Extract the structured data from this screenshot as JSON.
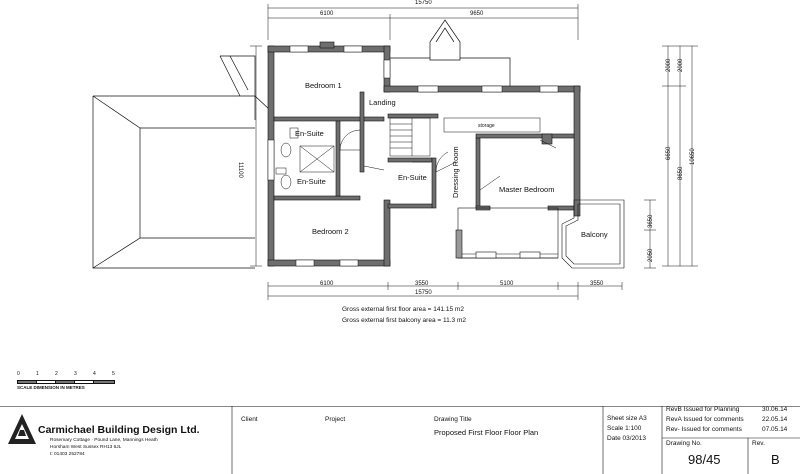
{
  "rooms": {
    "bedroom1": "Bedroom 1",
    "landing": "Landing",
    "storage": "storage",
    "ensuite_upper": "En-Suite",
    "ensuite_lower": "En-Suite",
    "ensuite_center": "En-Suite",
    "dressing_room": "Dressing Room",
    "master_bedroom": "Master Bedroom",
    "bedroom2": "Bedroom 2",
    "balcony": "Balcony"
  },
  "dimensions": {
    "top_total": "15750",
    "top_left": "6100",
    "top_right": "9650",
    "bottom_d1": "6100",
    "bottom_d2": "3550",
    "bottom_d3": "5100",
    "bottom_d4": "3550",
    "bottom_total": "15750",
    "left_height": "11100",
    "right_d1": "2000",
    "right_d2": "2000",
    "right_d3": "6650",
    "right_d4": "8650",
    "right_d5": "10650",
    "right_d6": "3650",
    "right_d7": "2050"
  },
  "areas": {
    "floor": "Gross external first floor area = 141.15 m2",
    "balcony": "Gross external first balcony area = 11.3 m2"
  },
  "scale_bar": {
    "ticks": [
      "0",
      "1",
      "2",
      "3",
      "4",
      "5"
    ],
    "caption": "SCALE DIMENSION IN METRES"
  },
  "title_block": {
    "company": "Carmichael Building Design Ltd.",
    "address1": "Rosemary Cottage · Pound Lane, Mannings Heath",
    "address2": "Horsham West Sussex RH13 6JL",
    "phone": "t: 01403 252784",
    "client_label": "Client",
    "project_label": "Project",
    "drawing_title_label": "Drawing Title",
    "drawing_title": "Proposed First Floor Floor Plan",
    "sheet_size": "Sheet size A3",
    "scale": "Scale 1:100",
    "date": "Date 03/2013",
    "revisions": [
      {
        "label": "RevB Issued for Planning",
        "date": "30.06.14"
      },
      {
        "label": "RevA Issued for comments",
        "date": "22.05.14"
      },
      {
        "label": "Rev- Issued for comments",
        "date": "07.05.14"
      }
    ],
    "drawing_no_label": "Drawing No.",
    "drawing_no": "98/45",
    "rev_label": "Rev.",
    "rev": "B"
  }
}
